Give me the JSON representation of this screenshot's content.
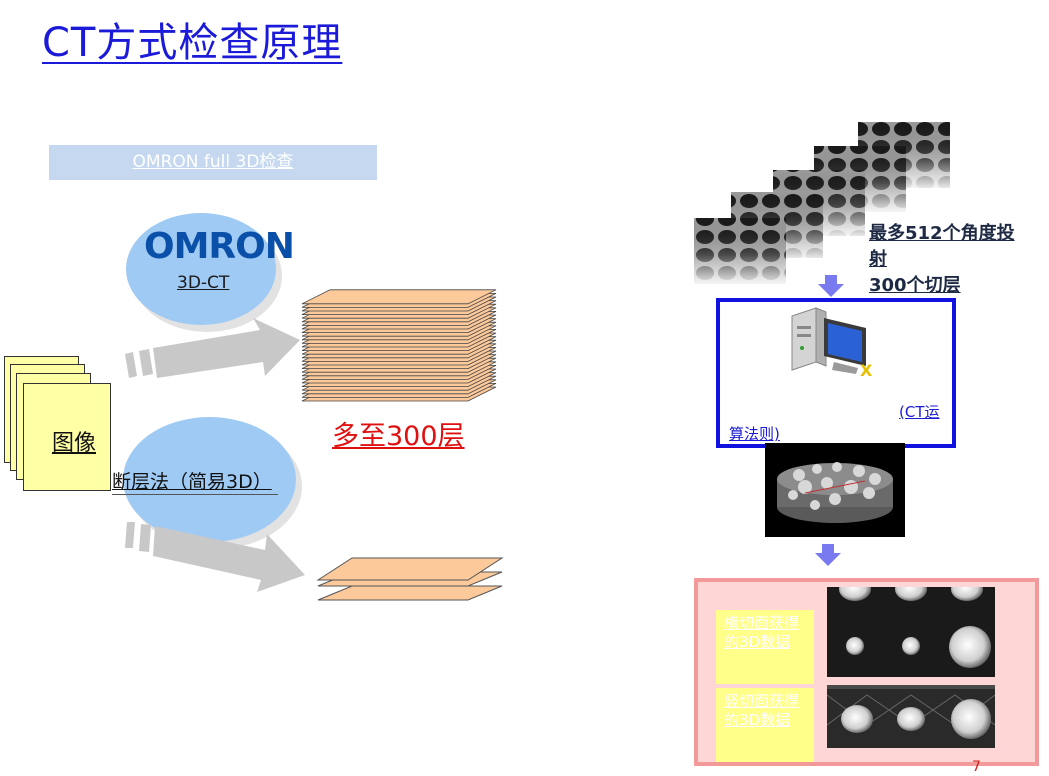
{
  "title": "CT方式检查原理",
  "omron_bar": {
    "label": "OMRON full 3D检查"
  },
  "omron_ellipse": {
    "logo": "OMRON",
    "label": "3D-CT"
  },
  "image_stack": {
    "label": "图像"
  },
  "tomo_label": "断层法（简易3D）",
  "layers_label": "多至300层",
  "projection_text": {
    "line1": "最多512个角度投",
    "line2": "射",
    "line3": "300个切层"
  },
  "algorithm_text": {
    "part1": "(CT运",
    "part2": "算法则)"
  },
  "result_labels": {
    "horizontal": "横切面获得的3D数据",
    "vertical": "竖切面获得的3D数据"
  },
  "page_number": "7",
  "icons": [
    "gray-arrow-icon",
    "blue-down-arrow-icon",
    "computer-icon"
  ],
  "colors": {
    "title": "#1a1ad8",
    "ellipse": "#9fcaf4",
    "paper": "#ffffa6",
    "layers": "#fcc99a",
    "accent_red": "#e01010",
    "box_border": "#1212e0"
  }
}
